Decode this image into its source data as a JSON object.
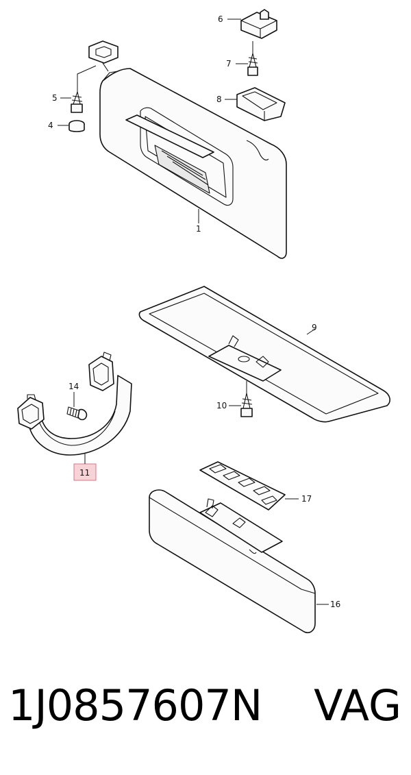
{
  "diagram": {
    "callouts": {
      "c1": "1",
      "c4": "4",
      "c5": "5",
      "c6": "6",
      "c7": "7",
      "c8": "8",
      "c9": "9",
      "c10": "10",
      "c11": "11",
      "c14": "14",
      "c16": "16",
      "c17": "17"
    },
    "highlighted_callout": "11",
    "highlight_color": "#f7d3d8"
  },
  "caption": {
    "part_number": "1J0857607N",
    "brand": "VAG"
  }
}
